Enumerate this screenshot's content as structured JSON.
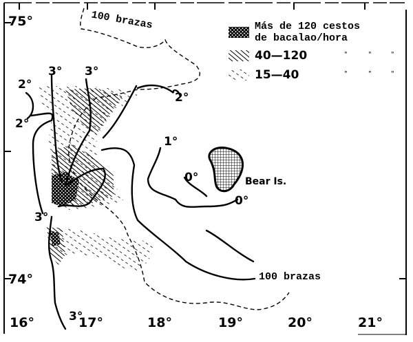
{
  "map": {
    "region": "Bear Island area (Barents Sea)",
    "latitude_labels": [
      "75°",
      "74°"
    ],
    "longitude_labels": [
      "16°",
      "17°",
      "18°",
      "19°",
      "20°",
      "21°"
    ],
    "isobath_labels": [
      "100 brazas",
      "100 brazas"
    ],
    "isotherm_labels": [
      "2°",
      "2°",
      "3°",
      "3°",
      "2°",
      "1°",
      "0°",
      "0°",
      "3°",
      "3°"
    ],
    "island_label": "Bear Is.",
    "colors": {
      "ink": "#000000",
      "paper": "#ffffff"
    }
  },
  "legend": {
    "heavy": {
      "line1": "Más de 120 cestos",
      "line2": "de bacalao/hora",
      "pattern": "crosshatch"
    },
    "medium": {
      "range": "40—120",
      "ditto": [
        "\"",
        "\"",
        "\""
      ],
      "pattern": "dense-diagonal"
    },
    "light": {
      "range": "15—40",
      "ditto": [
        "\"",
        "\"",
        "\""
      ],
      "pattern": "sparse-dashed-diagonal"
    }
  }
}
